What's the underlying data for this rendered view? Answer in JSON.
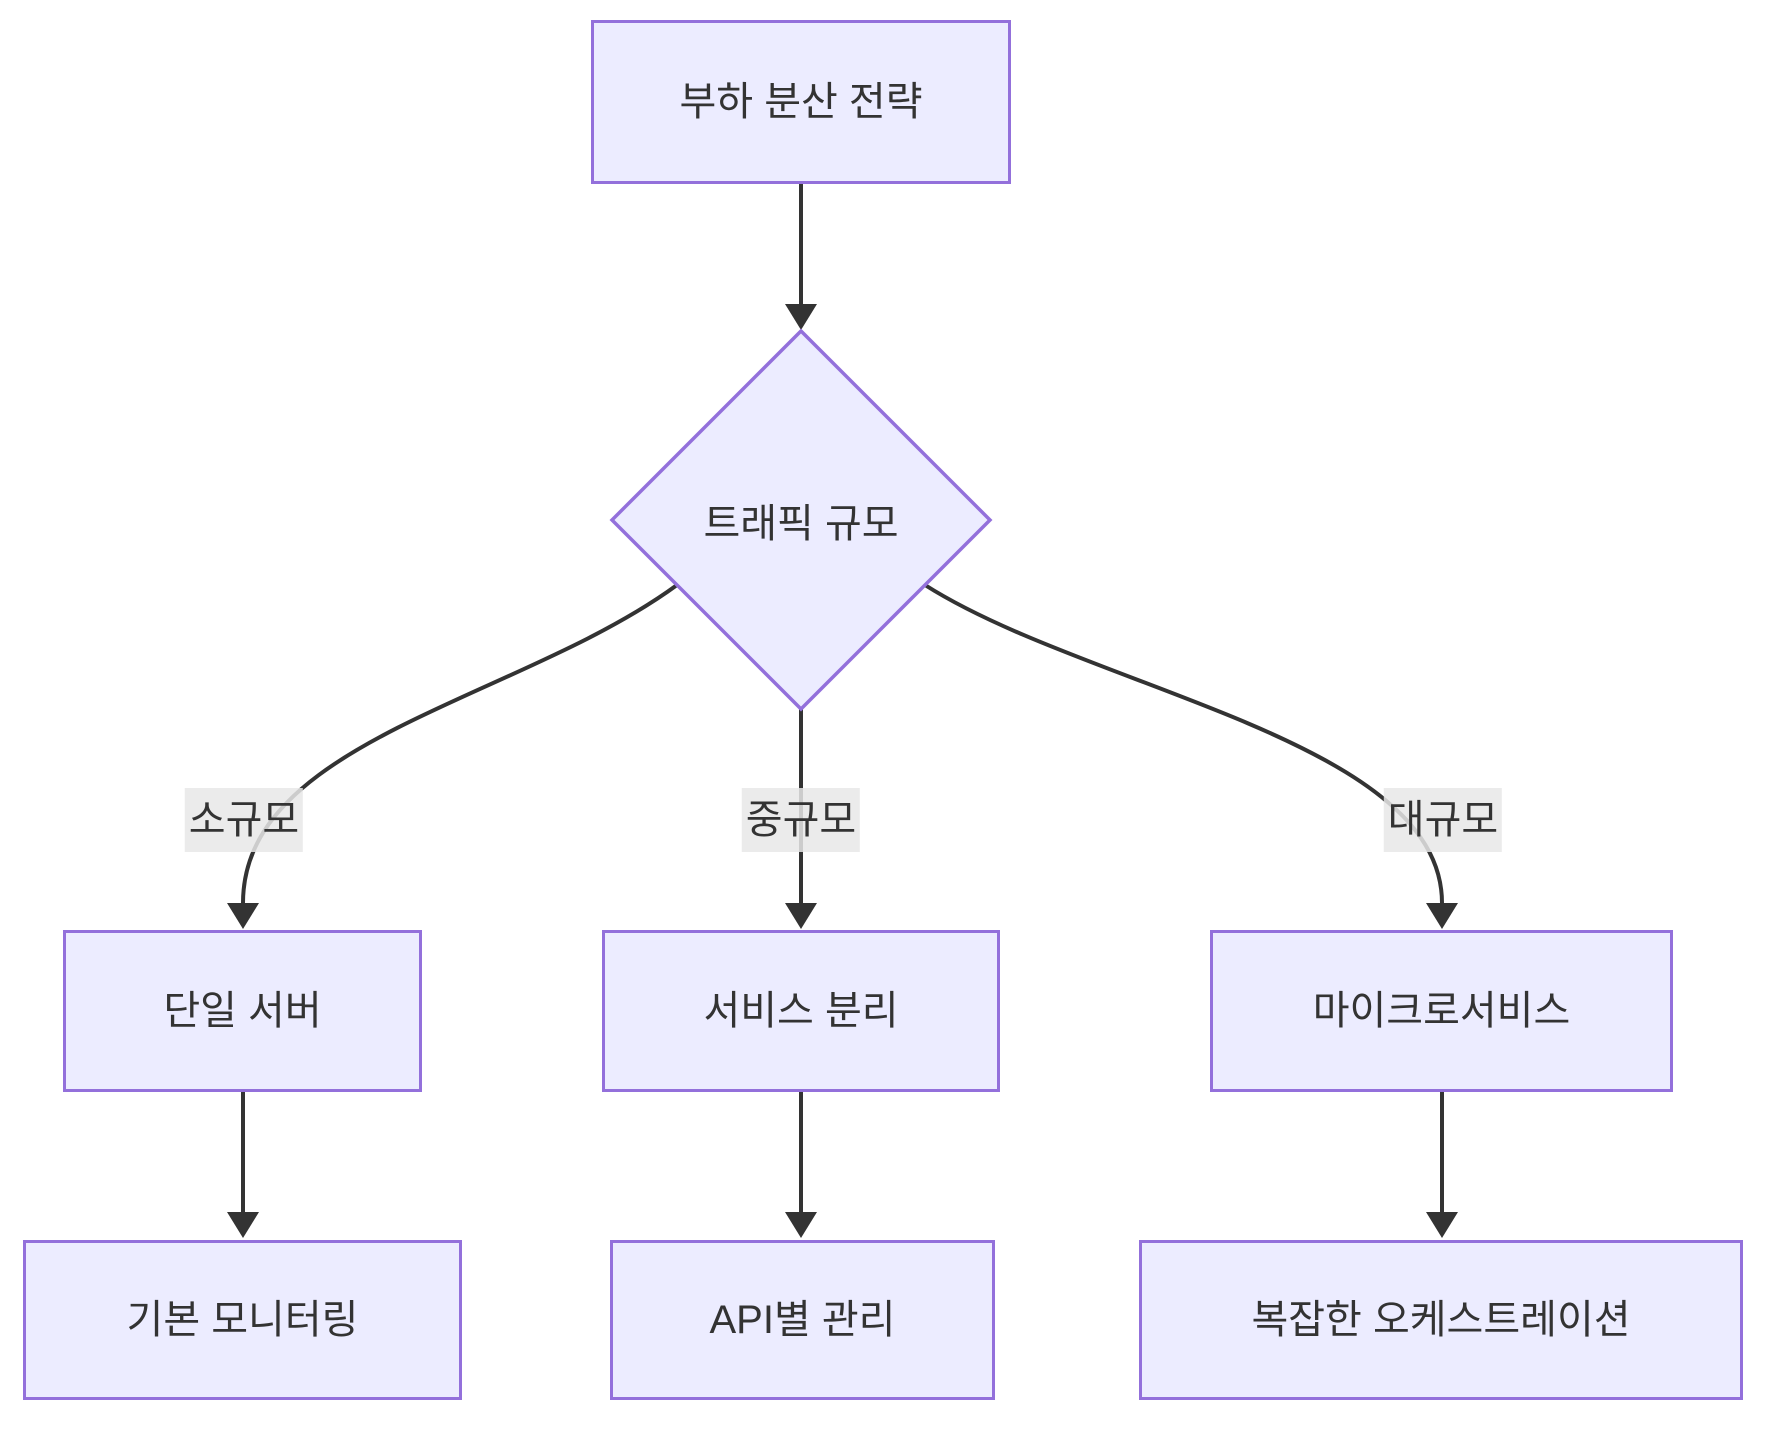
{
  "diagram": {
    "type": "flowchart",
    "direction": "top-down",
    "colors": {
      "node_fill": "#ECECFF",
      "node_border": "#9370DB",
      "edge": "#333333",
      "edge_label_bg": "#E8E8E8",
      "text": "#333333",
      "background": "#FFFFFF"
    }
  },
  "nodes": {
    "root": {
      "label": "부하 분산 전략",
      "shape": "rect"
    },
    "decision": {
      "label": "트래픽 규모",
      "shape": "diamond"
    },
    "single_server": {
      "label": "단일 서버",
      "shape": "rect"
    },
    "service_split": {
      "label": "서비스 분리",
      "shape": "rect"
    },
    "microservices": {
      "label": "마이크로서비스",
      "shape": "rect"
    },
    "basic_monitoring": {
      "label": "기본 모니터링",
      "shape": "rect"
    },
    "api_management": {
      "label": "API별 관리",
      "shape": "rect"
    },
    "complex_orchestration": {
      "label": "복잡한 오케스트레이션",
      "shape": "rect"
    }
  },
  "edge_labels": {
    "small": "소규모",
    "medium": "중규모",
    "large": "대규모"
  },
  "edges": [
    {
      "from": "root",
      "to": "decision",
      "label": ""
    },
    {
      "from": "decision",
      "to": "single_server",
      "label": "소규모"
    },
    {
      "from": "decision",
      "to": "service_split",
      "label": "중규모"
    },
    {
      "from": "decision",
      "to": "microservices",
      "label": "대규모"
    },
    {
      "from": "single_server",
      "to": "basic_monitoring",
      "label": ""
    },
    {
      "from": "service_split",
      "to": "api_management",
      "label": ""
    },
    {
      "from": "microservices",
      "to": "complex_orchestration",
      "label": ""
    }
  ]
}
